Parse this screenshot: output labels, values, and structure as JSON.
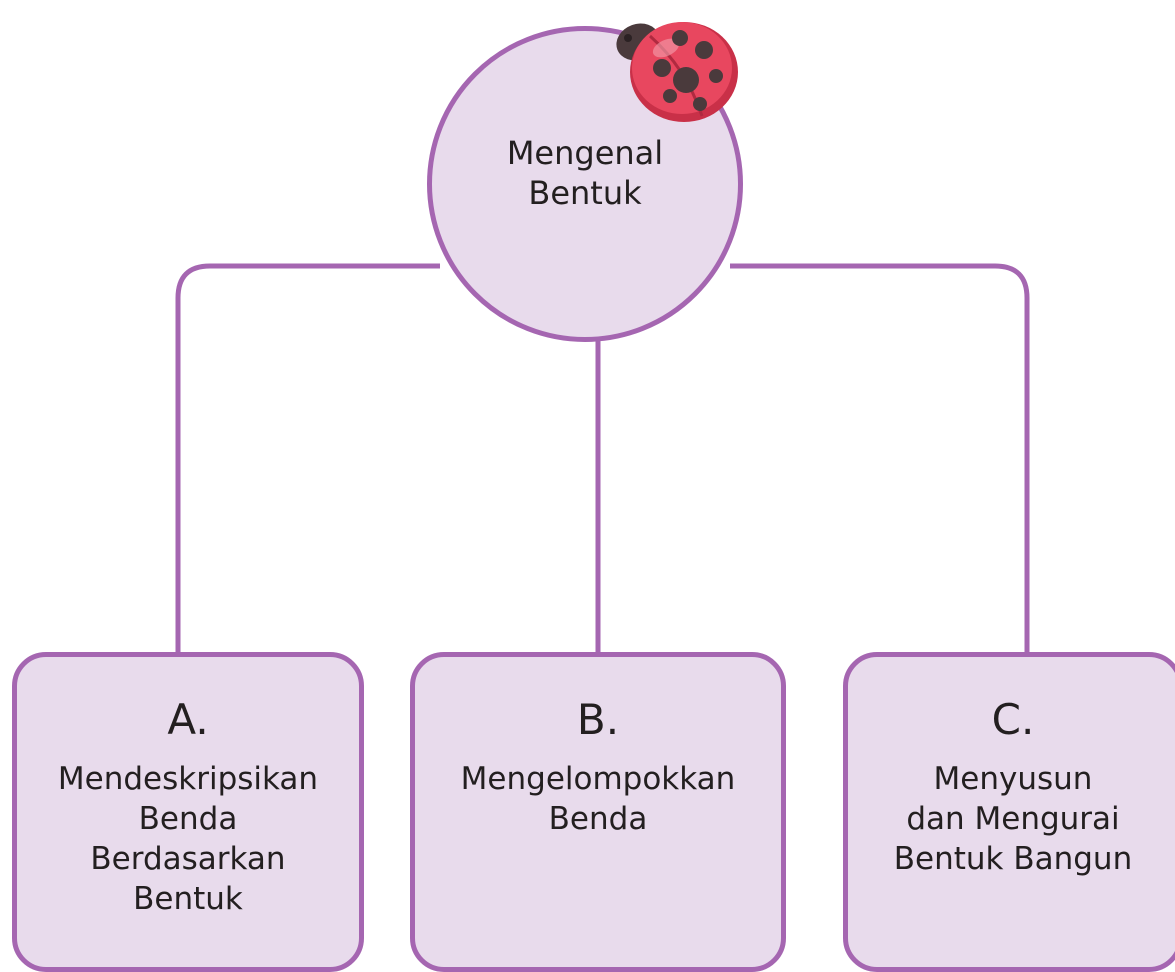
{
  "root": {
    "text": "Mengenal\nBentuk"
  },
  "branches": [
    {
      "letter": "A.",
      "text": "Mendeskripsikan\nBenda\nBerdasarkan\nBentuk"
    },
    {
      "letter": "B.",
      "text": "Mengelompokkan\nBenda"
    },
    {
      "letter": "C.",
      "text": "Menyusun\ndan Mengurai\nBentuk Bangun"
    }
  ],
  "colors": {
    "outline": "#a566b1",
    "fill": "#e8dbec",
    "ladybug_shell": "#e8475f",
    "ladybug_spots": "#4a3a3c"
  },
  "icon": "ladybug-icon"
}
